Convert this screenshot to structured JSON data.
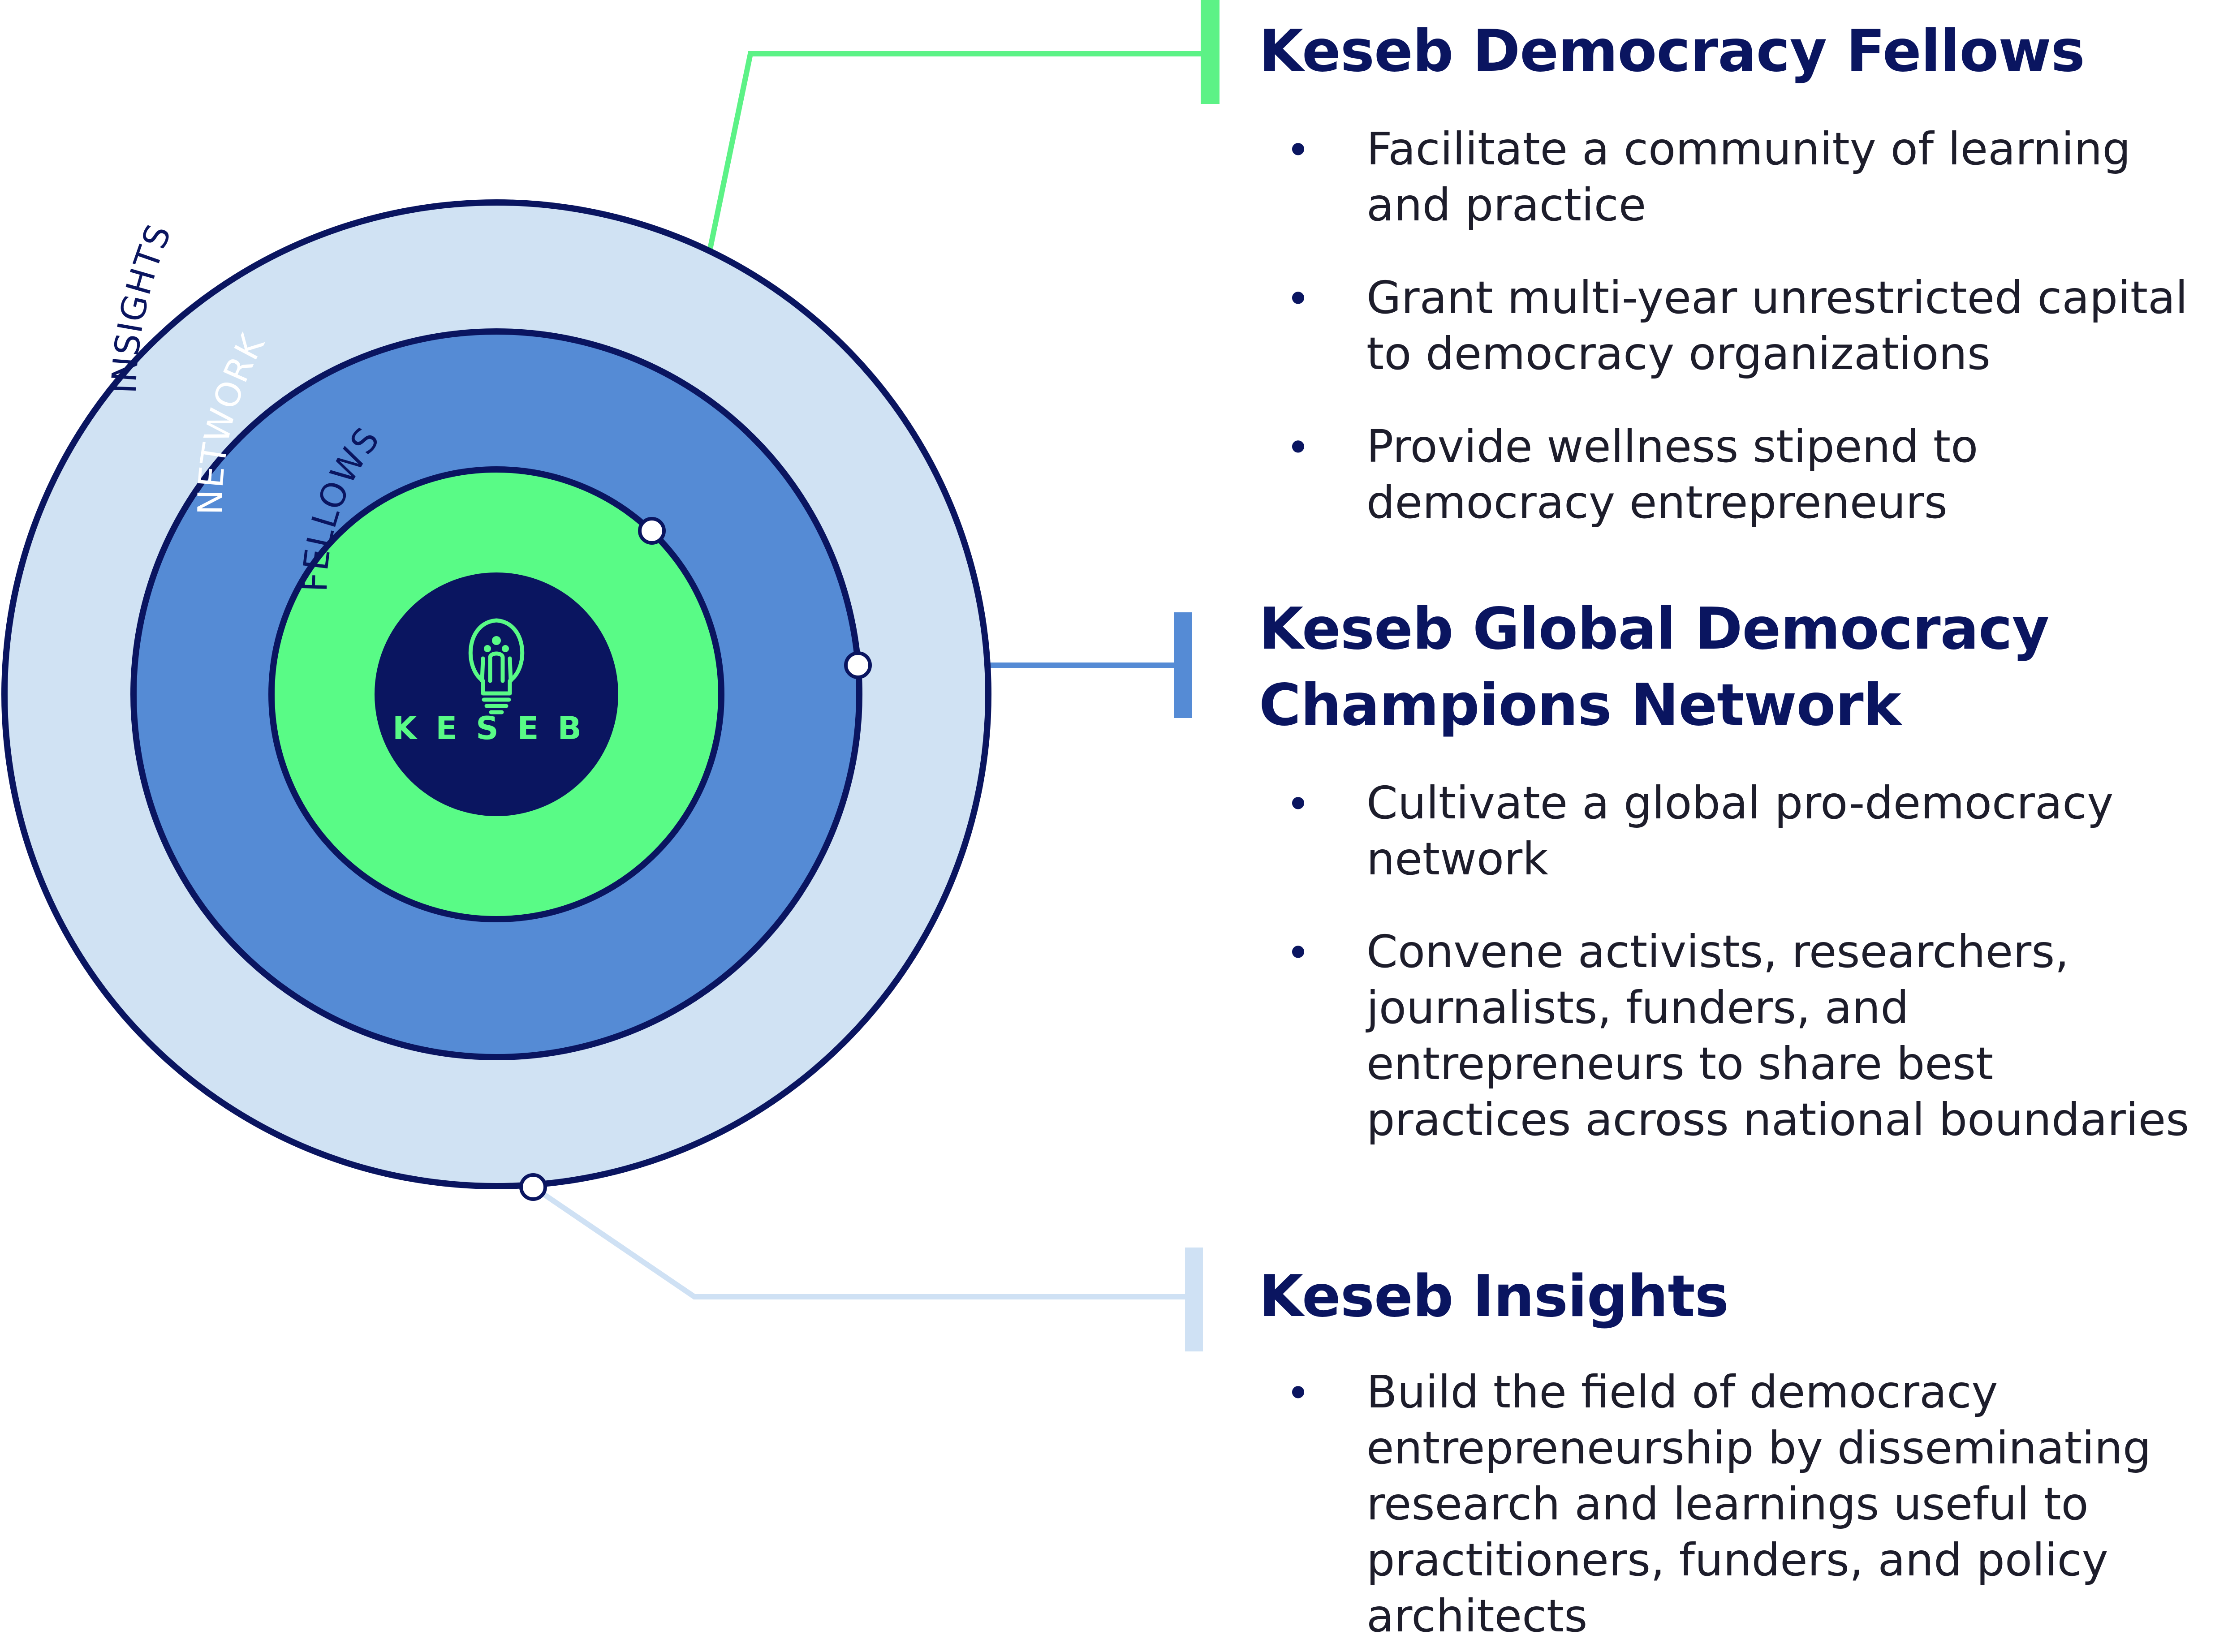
{
  "colors": {
    "navy": "#0a1560",
    "insights_ring": "#d0e2f3",
    "network_ring": "#558bd5",
    "fellows_ring": "#59fb86",
    "connector_fellows": "#5cf286",
    "connector_network": "#558bd5",
    "connector_insights": "#cfe1f4"
  },
  "diagram": {
    "ring_labels": {
      "insights": "INSIGHTS",
      "network": "NETWORK",
      "fellows": "FELLOWS"
    },
    "logo": {
      "icon": "lightbulb-people-icon",
      "wordmark": "KESEB"
    }
  },
  "sections": {
    "fellows": {
      "title": "Keseb Democracy Fellows",
      "bullets": [
        "Facilitate a community of learning and practice",
        "Grant multi-year unrestricted capital to democracy organizations",
        "Provide wellness stipend to democracy entrepreneurs"
      ]
    },
    "network": {
      "title_line1": "Keseb Global Democracy",
      "title_line2": "Champions Network",
      "bullets": [
        "Cultivate a global pro-democracy network",
        "Convene activists, researchers, journalists, funders, and entrepreneurs to share best practices across national boundaries"
      ]
    },
    "insights": {
      "title": "Keseb Insights",
      "bullets": [
        "Build the field of democracy entrepreneurship by disseminating research and learnings useful to practitioners, funders, and policy architects"
      ]
    }
  }
}
